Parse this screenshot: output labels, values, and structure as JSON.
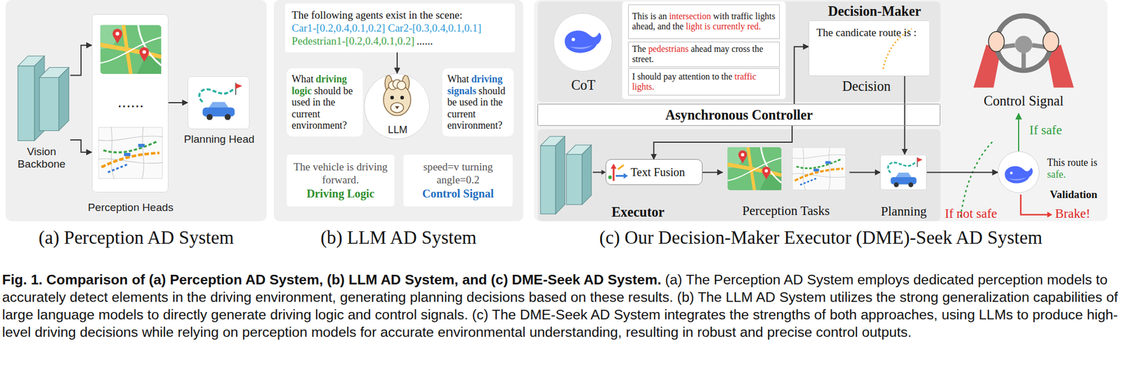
{
  "diagram": {
    "title": "Fig. 1. Comparison of (a) Perception AD System, (b) LLM AD System, and (c) DME-Seek AD System.",
    "caption": "(a) The Perception AD System employs dedicated perception models to accurately detect elements in the driving environment, generating planning decisions based on these results. (b) The LLM AD System utilizes the strong generalization capabilities of large language models to directly generate driving logic and control signals. (c) The DME-Seek AD System integrates the strengths of both approaches, using LLMs to produce high-level driving decisions while relying on perception models for accurate environmental understanding, resulting in robust and precise control outputs.",
    "nodes": [
      {
        "text": [
          "(a) Perception AD System"
        ]
      },
      {
        "text": [
          "Vision Backbone"
        ],
        "in": 0
      },
      {
        "text": [
          "......",
          "Perception Heads"
        ],
        "in": 0
      },
      {
        "text": [
          "Planning Head"
        ],
        "in": 0
      },
      {
        "text": [
          "(b) LLM AD System"
        ]
      },
      {
        "text": [
          "The following agents exist in the scene:",
          "Car1-[0.2,0.4,0.1,0.2] Car2-[0.3,0.4,0.1,0.1]",
          "Pedestrian1-[0.2,0.4,0.1,0.2]",
          "......"
        ],
        "in": 4
      },
      {
        "text": [
          "LLM"
        ],
        "in": 4
      },
      {
        "text": [
          "What",
          "driving logic",
          "should be used in the current environment?"
        ],
        "in": 4
      },
      {
        "text": [
          "What",
          "driving signals",
          "should be used in the current environment?"
        ],
        "in": 4
      },
      {
        "text": [
          "The vehicle is driving forward.",
          "Driving Logic"
        ],
        "in": 4
      },
      {
        "text": [
          "speed=v turning angle=0.2",
          "Control Signal"
        ],
        "in": 4
      },
      {
        "text": [
          "(c) Our Decision-Maker Executor (DME)-Seek AD System"
        ]
      },
      {
        "text": [
          "Decision-Maker"
        ],
        "in": 11
      },
      {
        "text": [
          "CoT"
        ],
        "in": 12
      },
      {
        "text": [
          "This is an",
          "intersection",
          "with traffic lights ahead, and the",
          "light is currently red."
        ],
        "in": 12
      },
      {
        "text": [
          "The",
          "pedestrians",
          "ahead may cross the street."
        ],
        "in": 12
      },
      {
        "text": [
          "I should pay attention to the",
          "traffic lights."
        ],
        "in": 12
      },
      {
        "text": [
          "The candicate route is :",
          "Decision"
        ],
        "in": 12
      },
      {
        "text": [
          "Asynchronous Controller"
        ],
        "in": 11
      },
      {
        "text": [
          "Executor"
        ],
        "in": 11
      },
      {
        "text": [
          "Text Fusion"
        ],
        "in": 19
      },
      {
        "text": [
          "Perception Tasks"
        ],
        "in": 19
      },
      {
        "text": [
          "Planning"
        ],
        "in": 19
      },
      {
        "text": [
          "Control Signal"
        ],
        "in": 11
      },
      {
        "text": [
          "This route is",
          "safe.",
          "Validation"
        ],
        "in": 11
      }
    ],
    "edges": [
      {
        "from": 1,
        "to": 2,
        "arrow": "to"
      },
      {
        "from": 1,
        "to": 2,
        "arrow": "to"
      },
      {
        "from": 2,
        "to": 3,
        "arrow": "to"
      },
      {
        "from": 5,
        "to": 6,
        "arrow": "to"
      },
      {
        "from": 18,
        "to": 17,
        "arrow": "to"
      },
      {
        "from": 18,
        "to": 20,
        "arrow": "to"
      },
      {
        "from": 17,
        "to": 22,
        "arrow": "to"
      },
      {
        "from": 20,
        "to": 21,
        "arrow": "to"
      },
      {
        "from": 21,
        "to": 22,
        "arrow": "to"
      },
      {
        "from": 22,
        "to": 24,
        "arrow": "to"
      },
      {
        "from": 24,
        "to": 23,
        "label": "If safe",
        "arrow": "to"
      }
    ],
    "labels": [
      "If not safe",
      "Brake!"
    ]
  }
}
